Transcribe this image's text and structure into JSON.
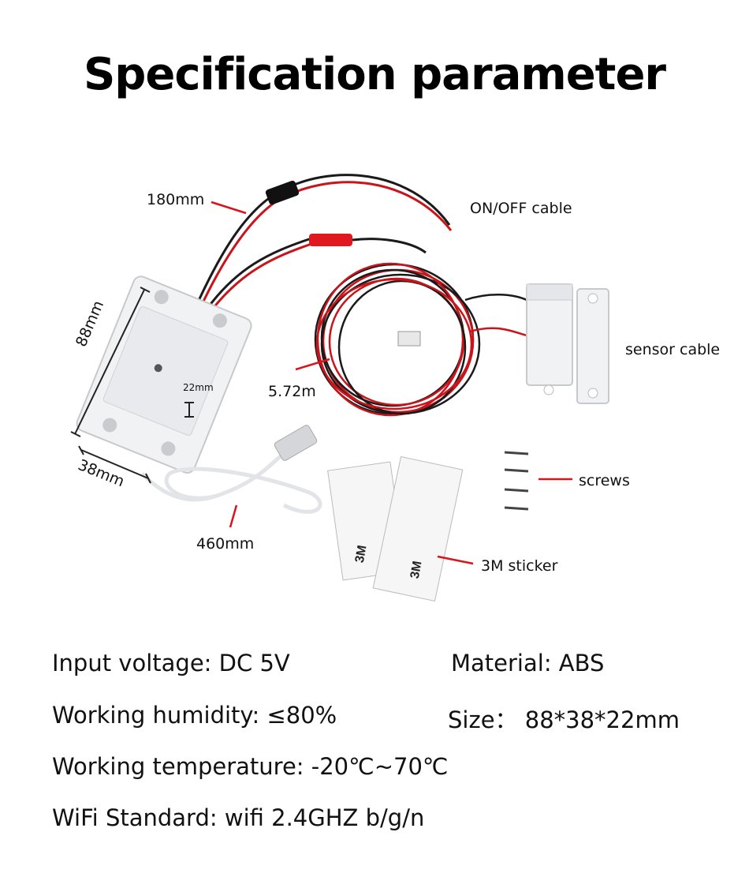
{
  "title": "Specification parameter",
  "labels": {
    "cable_180": "180mm",
    "onoff_cable": "ON/OFF cable",
    "sensor_cable": "sensor cable",
    "length_572": "5.72m",
    "dim_88": "88mm",
    "dim_22": "22mm",
    "dim_38": "38mm",
    "usb_460": "460mm",
    "screws": "screws",
    "sticker": "3M sticker"
  },
  "specs": {
    "input_voltage": "Input voltage: DC 5V",
    "material": "Material: ABS",
    "humidity": "Working humidity: ≤80%",
    "size": "Size：  88*38*22mm",
    "temperature": "Working temperature: -20℃~70℃",
    "wifi": "WiFi Standard: wifi 2.4GHZ b/g/n"
  },
  "colors": {
    "accent_red": "#d9141b",
    "cable_black": "#1a1a1a",
    "device_white": "#f1f2f4"
  }
}
